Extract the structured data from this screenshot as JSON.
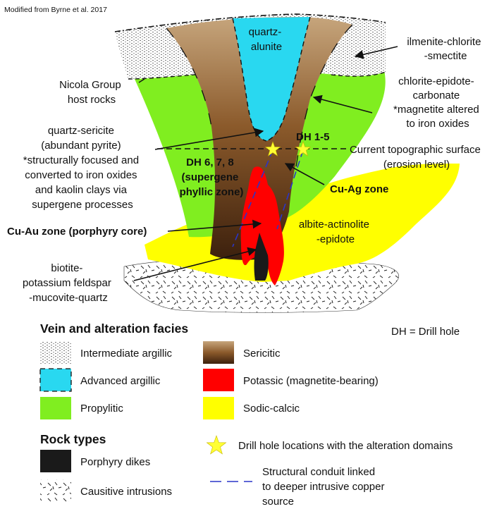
{
  "credit": "Modified from Byrne et al. 2017",
  "labels": {
    "quartz_alunite": [
      "quartz-",
      "alunite"
    ],
    "ilmenite": [
      "ilmenite-chlorite",
      "-smectite"
    ],
    "chlorite": [
      "chlorite-epidote-",
      "carbonate",
      "*magnetite altered",
      "to iron oxides"
    ],
    "nicola": [
      "Nicola Group",
      "host rocks"
    ],
    "quartz_sericite": [
      "quartz-sericite",
      "(abundant pyrite)",
      "*structurally focused and",
      "converted to iron oxides",
      "and kaolin clays via",
      "supergene processes"
    ],
    "dh15": "DH 1-5",
    "dh678": [
      "DH 6, 7, 8",
      "(supergene",
      "phyllic zone)"
    ],
    "topo": [
      "Current topographic surface",
      "(erosion level)"
    ],
    "cuag": "Cu-Ag zone",
    "cuau": "Cu-Au zone (porphyry core)",
    "albite": [
      "albite-actinolite",
      "-epidote"
    ],
    "biotite": [
      "biotite-",
      "potassium feldspar",
      "-mucovite-quartz"
    ]
  },
  "legend": {
    "vein_title": "Vein and alteration facies",
    "dh_note": "DH = Drill hole",
    "facies": [
      {
        "key": "intermediate",
        "label": "Intermediate argillic",
        "color": "#e6e6e6"
      },
      {
        "key": "sericitic",
        "label": "Sericitic",
        "color": "#8b5a2b"
      },
      {
        "key": "advanced",
        "label": "Advanced argillic",
        "color": "#29d8f0"
      },
      {
        "key": "potassic",
        "label": "Potassic (magnetite-bearing)",
        "color": "#ff0000"
      },
      {
        "key": "propylitic",
        "label": "Propylitic",
        "color": "#80ee20"
      },
      {
        "key": "sodic",
        "label": "Sodic-calcic",
        "color": "#ffff00"
      }
    ],
    "rock_title": "Rock types",
    "rocks": [
      {
        "key": "dikes",
        "label": "Porphyry dikes",
        "color": "#1a1a1a"
      },
      {
        "key": "intrusions",
        "label": "Causitive intrusions"
      }
    ],
    "drill_locations": "Drill hole locations with the alteration domains",
    "conduit": [
      "Structural conduit linked",
      "to deeper intrusive copper",
      "source"
    ]
  }
}
